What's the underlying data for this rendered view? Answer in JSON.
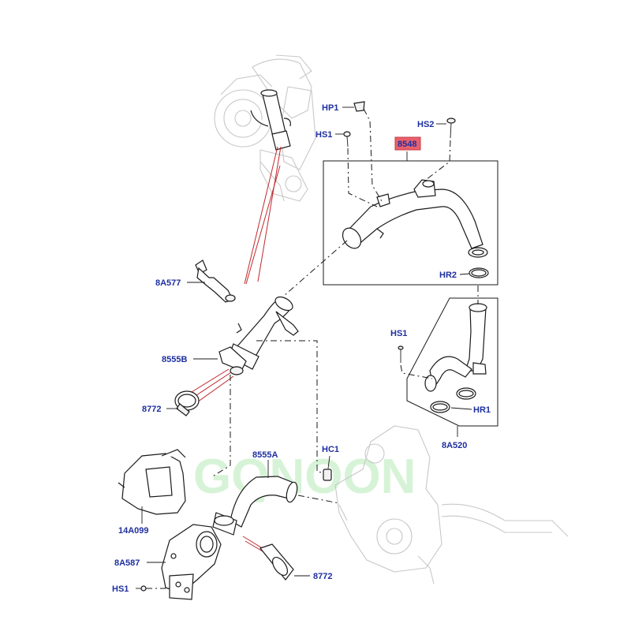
{
  "diagram": {
    "highlight_color": "#e8606b",
    "label_color": "#1e2fa0",
    "watermark": "GQNOON",
    "labels": {
      "hp1": "HP1",
      "hs2": "HS2",
      "hs1_top": "HS1",
      "p8548": "8548",
      "p8a577": "8A577",
      "hr2": "HR2",
      "hs1_mid": "HS1",
      "p8555b": "8555B",
      "hr1": "HR1",
      "p8772_a": "8772",
      "p8a520": "8A520",
      "hc1": "HC1",
      "p8555a": "8555A",
      "p14a099": "14A099",
      "p8a587": "8A587",
      "p8772_b": "8772",
      "hs1_bottom": "HS1"
    }
  }
}
